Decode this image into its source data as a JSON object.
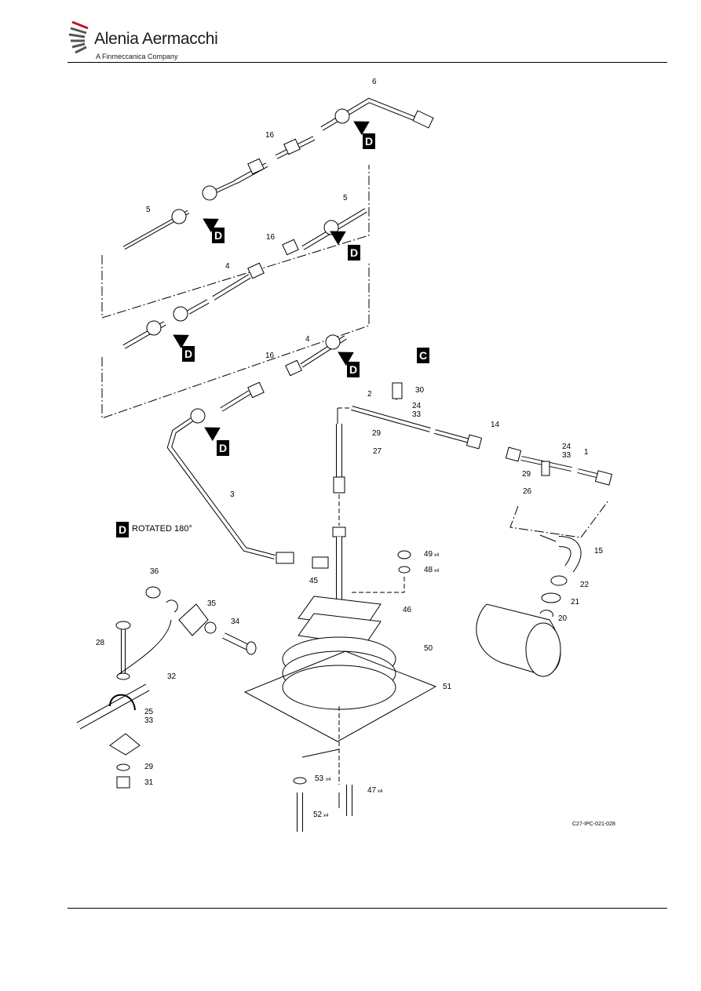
{
  "header": {
    "brand": "Alenia Aermacchi",
    "tagline": "A Finmeccanica Company"
  },
  "figure": {
    "reference": "C27-IPC-021-028",
    "view_badges": {
      "d": "D",
      "c": "C"
    },
    "rotated_note": "ROTATED 180°",
    "multiplier": "x4",
    "callouts": {
      "c1": "1",
      "c2": "2",
      "c3": "3",
      "c4a": "4",
      "c4b": "4",
      "c5a": "5",
      "c5b": "5",
      "c6": "6",
      "c14": "14",
      "c15": "15",
      "c16a": "16",
      "c16b": "16",
      "c16c": "16",
      "c20": "20",
      "c21": "21",
      "c22": "22",
      "c24a": "24",
      "c24b": "24",
      "c25": "25",
      "c26": "26",
      "c27": "27",
      "c28": "28",
      "c29a": "29",
      "c29b": "29",
      "c29c": "29",
      "c30": "30",
      "c31": "31",
      "c32": "32",
      "c33a": "33",
      "c33b": "33",
      "c33c": "33",
      "c34": "34",
      "c35": "35",
      "c36": "36",
      "c45": "45",
      "c46": "46",
      "c47": "47",
      "c48": "48",
      "c49": "49",
      "c50": "50",
      "c51": "51",
      "c52": "52",
      "c53": "53"
    }
  }
}
